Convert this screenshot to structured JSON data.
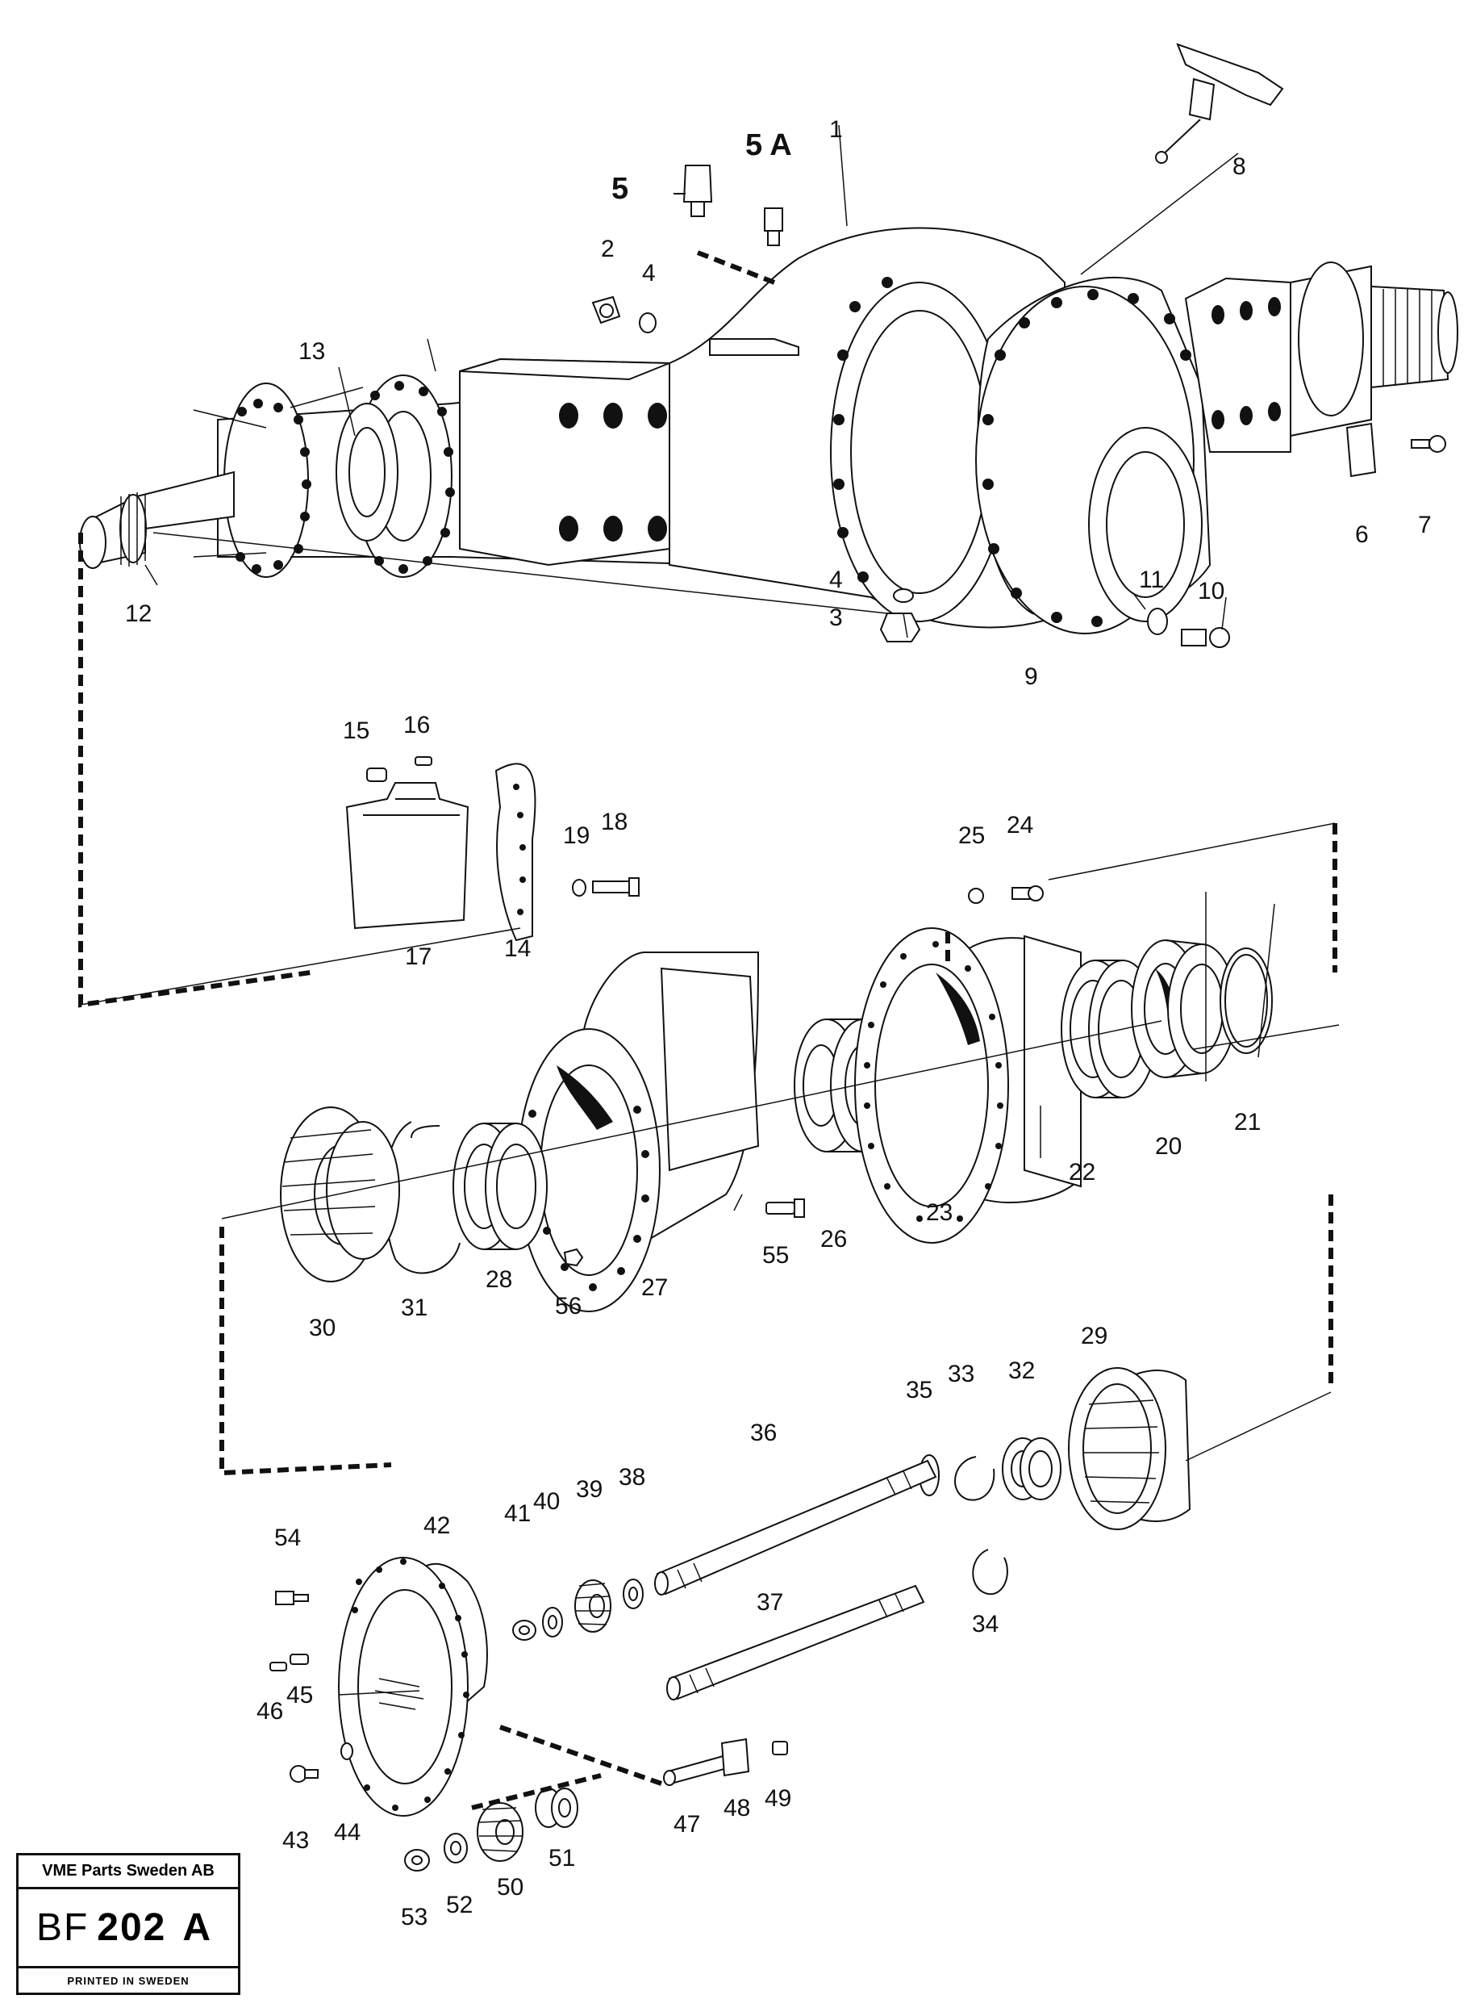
{
  "labels": {
    "p1": "1",
    "p2": "2",
    "p3": "3",
    "p4a": "4",
    "p4b": "4",
    "p5": "5",
    "p5a": "5 A",
    "p6": "6",
    "p7": "7",
    "p8": "8",
    "p9": "9",
    "p10": "10",
    "p11": "11",
    "p12": "12",
    "p13": "13",
    "p14": "14",
    "p15": "15",
    "p16": "16",
    "p17": "17",
    "p18": "18",
    "p19": "19",
    "p20": "20",
    "p21": "21",
    "p22": "22",
    "p23": "23",
    "p24": "24",
    "p25": "25",
    "p26": "26",
    "p27": "27",
    "p28": "28",
    "p29": "29",
    "p30": "30",
    "p31": "31",
    "p32": "32",
    "p33": "33",
    "p34": "34",
    "p35": "35",
    "p36": "36",
    "p37": "37",
    "p38": "38",
    "p39": "39",
    "p40": "40",
    "p41": "41",
    "p42": "42",
    "p43": "43",
    "p44": "44",
    "p45": "45",
    "p46": "46",
    "p47": "47",
    "p48": "48",
    "p49": "49",
    "p50": "50",
    "p51": "51",
    "p52": "52",
    "p53": "53",
    "p54": "54",
    "p55": "55",
    "p56": "56"
  },
  "titleblock": {
    "company": "VME Parts Sweden AB",
    "code_prefix": "BF",
    "code_number": "202",
    "code_suffix": "A",
    "printed": "PRINTED IN SWEDEN"
  }
}
